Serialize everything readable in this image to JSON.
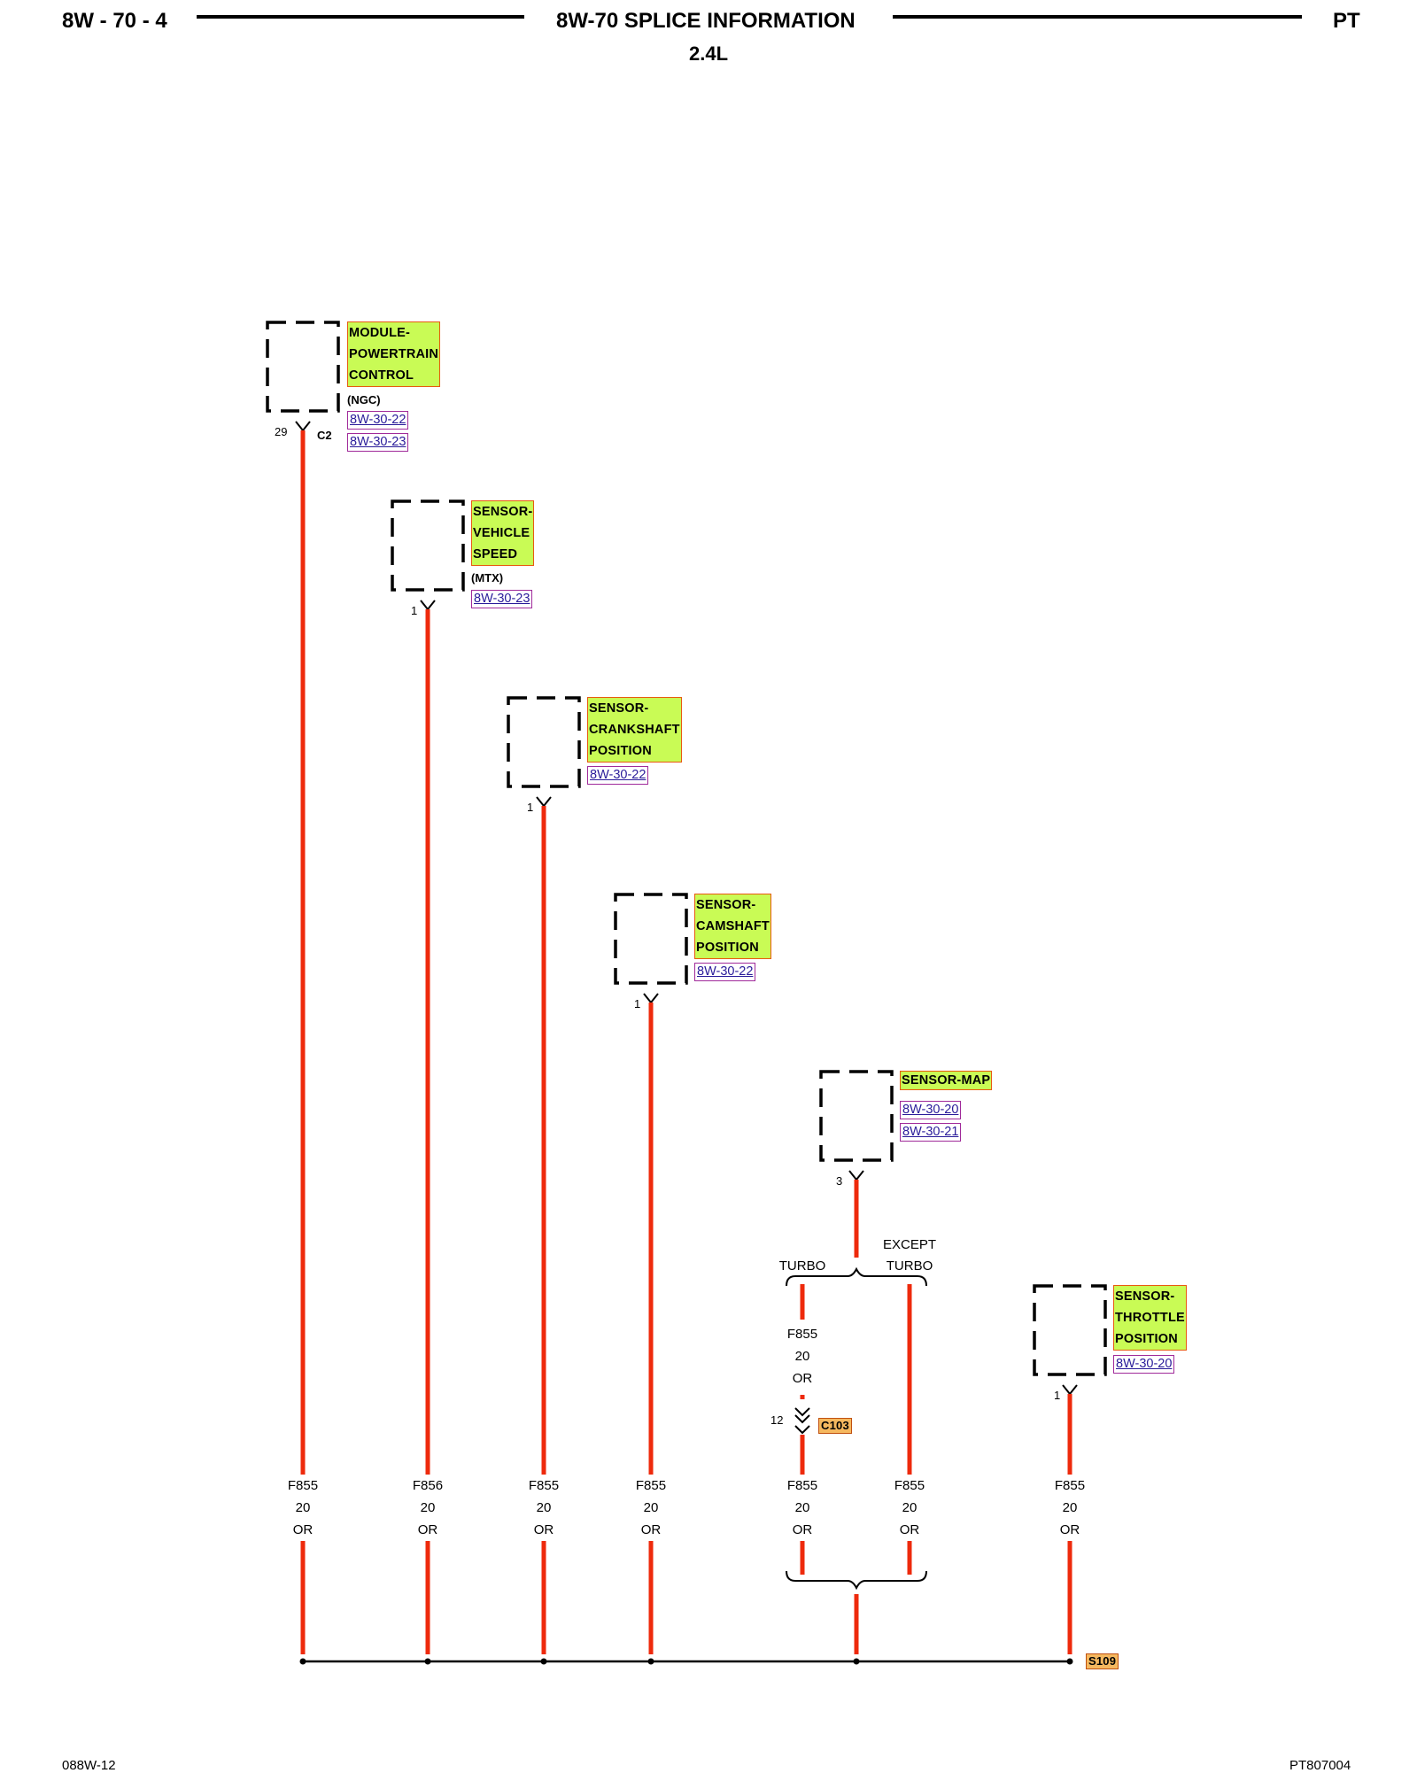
{
  "header": {
    "left": "8W - 70 - 4",
    "center": "8W-70 SPLICE INFORMATION",
    "subtitle": "2.4L",
    "right": "PT"
  },
  "footer": {
    "left": "088W-12",
    "right": "PT807004"
  },
  "components": [
    {
      "name": "MODULE-\nPOWERTRAIN\nCONTROL",
      "note": "(NGC)",
      "refs": [
        "8W-30-22",
        "8W-30-23"
      ],
      "pin": "29",
      "connector": "C2"
    },
    {
      "name": "SENSOR-\nVEHICLE\nSPEED",
      "note": "(MTX)",
      "refs": [
        "8W-30-23"
      ],
      "pin": "1"
    },
    {
      "name": "SENSOR-\nCRANKSHAFT\nPOSITION",
      "refs": [
        "8W-30-22"
      ],
      "pin": "1"
    },
    {
      "name": "SENSOR-\nCAMSHAFT\nPOSITION",
      "refs": [
        "8W-30-22"
      ],
      "pin": "1"
    },
    {
      "name": "SENSOR-MAP",
      "refs": [
        "8W-30-20",
        "8W-30-21"
      ],
      "pin": "3"
    },
    {
      "name": "SENSOR-\nTHROTTLE\nPOSITION",
      "refs": [
        "8W-30-20"
      ],
      "pin": "1"
    }
  ],
  "variants": {
    "turbo": "TURBO",
    "except_turbo": "EXCEPT\nTURBO"
  },
  "turbo_wire": {
    "circuit": "F855",
    "gauge": "20",
    "color": "OR"
  },
  "inline_connector": {
    "pin": "12",
    "name": "C103"
  },
  "wires": [
    {
      "circuit": "F855",
      "gauge": "20",
      "color": "OR"
    },
    {
      "circuit": "F856",
      "gauge": "20",
      "color": "OR"
    },
    {
      "circuit": "F855",
      "gauge": "20",
      "color": "OR"
    },
    {
      "circuit": "F855",
      "gauge": "20",
      "color": "OR"
    },
    {
      "circuit": "F855",
      "gauge": "20",
      "color": "OR"
    },
    {
      "circuit": "F855",
      "gauge": "20",
      "color": "OR"
    },
    {
      "circuit": "F855",
      "gauge": "20",
      "color": "OR"
    }
  ],
  "splice": "S109",
  "colors": {
    "wire": "#ee2a0c",
    "label_fill": "#c9fb55",
    "splice_fill": "#f5b85f"
  }
}
